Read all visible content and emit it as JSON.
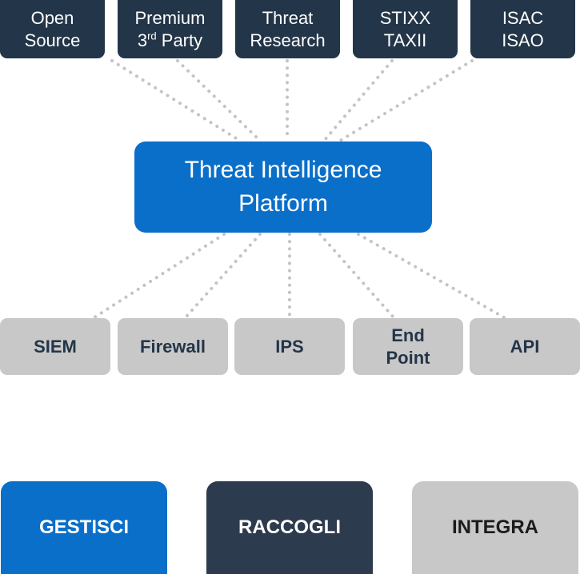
{
  "sources": [
    {
      "id": "open-source",
      "label": "Open\nSource"
    },
    {
      "id": "premium-3rd-party",
      "label_pre": "Premium\n3",
      "label_sup": "rd",
      "label_post": " Party"
    },
    {
      "id": "threat-research",
      "label": "Threat\nResearch"
    },
    {
      "id": "stixx-taxii",
      "label": "STIXX\nTAXII"
    },
    {
      "id": "isac-isao",
      "label": "ISAC\nISAO"
    }
  ],
  "platform": {
    "label": "Threat Intelligence\nPlatform"
  },
  "outputs": [
    {
      "id": "siem",
      "label": "SIEM"
    },
    {
      "id": "firewall",
      "label": "Firewall"
    },
    {
      "id": "ips",
      "label": "IPS"
    },
    {
      "id": "end-point",
      "label": "End\nPoint"
    },
    {
      "id": "api",
      "label": "API"
    }
  ],
  "actions": [
    {
      "id": "gestisci",
      "label": "GESTISCI"
    },
    {
      "id": "raccogli",
      "label": "RACCOGLI"
    },
    {
      "id": "integra",
      "label": "INTEGRA"
    }
  ],
  "colors": {
    "source_fill": "#233548",
    "platform_fill": "#0a6fc9",
    "output_fill": "#c8c8c8",
    "output_text": "#233548",
    "connector": "#c4c4c4",
    "gestisci_fill": "#0a6fc9",
    "raccogli_fill": "#2d3b4e",
    "integra_fill": "#c8c8c8"
  }
}
